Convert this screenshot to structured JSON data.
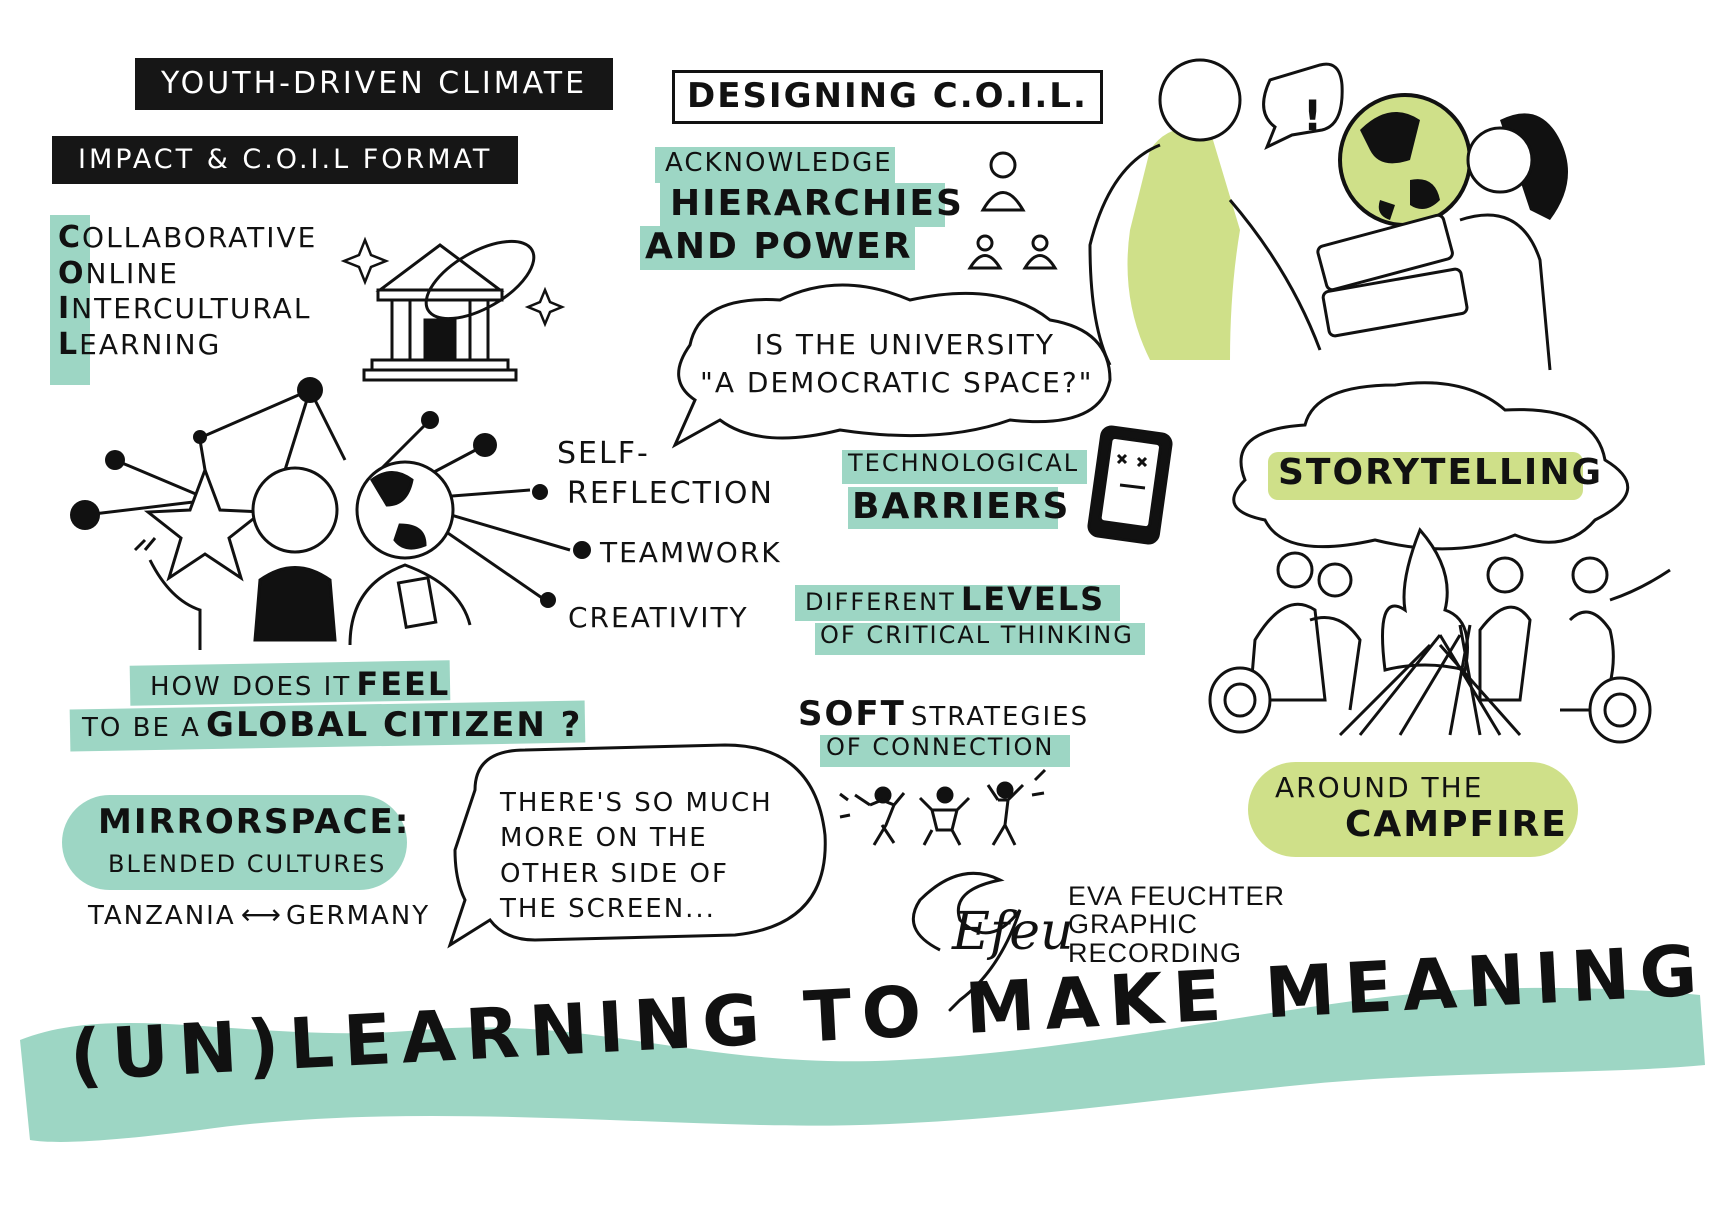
{
  "title": {
    "line1": "YOUTH-DRIVEN CLIMATE",
    "line2": "IMPACT & C.O.I.L FORMAT"
  },
  "coil": {
    "letters": [
      "C",
      "O",
      "I",
      "L"
    ],
    "rests": [
      "OLLABORATIVE",
      "NLINE",
      "NTERCULTURAL",
      "EARNING"
    ]
  },
  "global_citizen": {
    "line1_pre": "HOW DOES IT",
    "line1_bold": "FEEL",
    "line2_pre": "TO BE A",
    "line2_bold": "GLOBAL CITIZEN ?"
  },
  "skills": [
    "SELF-",
    "REFLECTION",
    "TEAMWORK",
    "CREATIVITY"
  ],
  "mirrorspace": {
    "heading": "MIRRORSPACE:",
    "sub": "BLENDED CULTURES",
    "left": "TANZANIA",
    "arrow": "⟷",
    "right": "GERMANY"
  },
  "screen_bubble": [
    "THERE'S SO MUCH",
    "MORE ON THE",
    "OTHER SIDE OF",
    "THE SCREEN..."
  ],
  "designing": {
    "heading": "DESIGNING C.O.I.L.",
    "ack": "ACKNOWLEDGE",
    "hier": "HIERARCHIES",
    "power": "AND POWER"
  },
  "university_bubble": [
    "IS THE UNIVERSITY",
    "\"A DEMOCRATIC SPACE?\""
  ],
  "tech": {
    "line1": "TECHNOLOGICAL",
    "line2": "BARRIERS"
  },
  "levels": {
    "pre": "DIFFERENT",
    "bold": "LEVELS",
    "line2": "OF CRITICAL THINKING"
  },
  "soft": {
    "bold": "SOFT",
    "rest": "STRATEGIES",
    "line2": "OF CONNECTION"
  },
  "storytelling": {
    "cloud": "STORYTELLING",
    "around": "AROUND THE",
    "campfire": "CAMPFIRE"
  },
  "signature": {
    "mark": "Efeu",
    "line1": "EVA FEUCHTER",
    "line2": "GRAPHIC",
    "line3": "RECORDING"
  },
  "banner": "(UN)LEARNING TO MAKE MEANING",
  "colors": {
    "mint": "#9dd6c4",
    "lime": "#cfe089",
    "ink": "#161616"
  }
}
